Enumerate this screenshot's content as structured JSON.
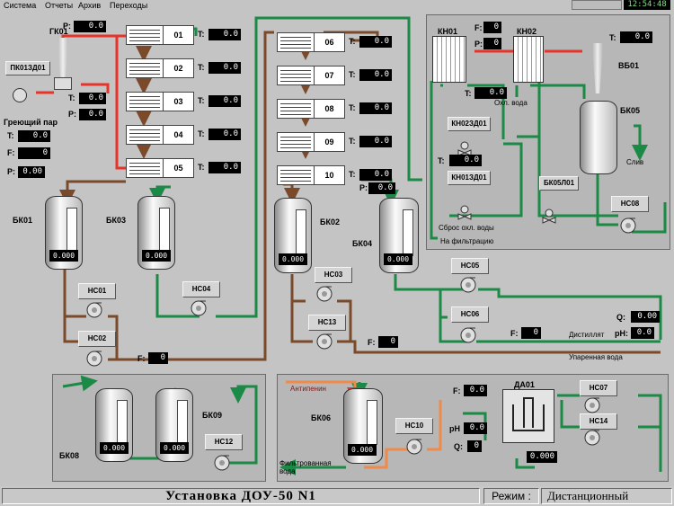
{
  "menu": [
    "Система",
    "Отчеты",
    "Архив",
    "Переходы"
  ],
  "clock": "12:54:48",
  "heating": {
    "title": "ГК01",
    "button": "ПК01ЗД01",
    "label": "Греющий пар",
    "t_label": "T:",
    "t_value": "0.0",
    "f_label": "F:",
    "f_value": "0",
    "p_label": "P:",
    "p_value": "0.00",
    "gk_p_label": "P:",
    "gk_p_value": "0.0",
    "gk_t_label": "T:",
    "gk_t_value": "0.0",
    "gk_p2_label": "P:",
    "gk_p2_value": "0.0"
  },
  "exchangers_left": [
    {
      "num": "01",
      "t_label": "T:",
      "t_value": "0.0"
    },
    {
      "num": "02",
      "t_label": "T:",
      "t_value": "0.0"
    },
    {
      "num": "03",
      "t_label": "T:",
      "t_value": "0.0"
    },
    {
      "num": "04",
      "t_label": "T:",
      "t_value": "0.0"
    },
    {
      "num": "05",
      "t_label": "T:",
      "t_value": "0.0"
    }
  ],
  "exchangers_right": [
    {
      "num": "06",
      "t_label": "T:",
      "t_value": "0.0"
    },
    {
      "num": "07",
      "t_label": "T:",
      "t_value": "0.0"
    },
    {
      "num": "08",
      "t_label": "T:",
      "t_value": "0.0"
    },
    {
      "num": "09",
      "t_label": "T:",
      "t_value": "0.0"
    },
    {
      "num": "10",
      "t_label": "T:",
      "t_value": "0.0"
    }
  ],
  "ex10_p_label": "P:",
  "ex10_p_value": "0.0",
  "tanks": {
    "bk01": {
      "label": "БК01",
      "value": "0.000"
    },
    "bk03": {
      "label": "БК03",
      "value": "0.000"
    },
    "bk02": {
      "label": "БК02",
      "value": "0.000"
    },
    "bk04": {
      "label": "БК04",
      "value": "0.000"
    },
    "bk05": {
      "label": "БК05"
    },
    "bk08": {
      "label": "БК08",
      "value": "0.000"
    },
    "bk09": {
      "label": "БК09",
      "value": "0.000"
    },
    "bk06": {
      "label": "БК06",
      "value": "0.000"
    }
  },
  "pumps": {
    "ns01": "НС01",
    "ns02": "НС02",
    "ns04": "НС04",
    "ns03": "НС03",
    "ns13": "НС13",
    "ns05": "НС05",
    "ns06": "НС06",
    "ns08": "НС08",
    "ns12": "НС12",
    "ns10": "НС10",
    "ns07": "НС07",
    "ns14": "НС14"
  },
  "flow_left_label": "F:",
  "flow_left_value": "0",
  "flow_mid_label": "F:",
  "flow_mid_value": "0",
  "flow_right_label": "F:",
  "flow_right_value": "0",
  "distillate": {
    "label": "Дистиллят",
    "q_label": "Q:",
    "q_value": "0.00",
    "ph_label": "pH:",
    "ph_value": "0.0"
  },
  "evaporated_label": "Упаренная вода",
  "condenser": {
    "kn01": "КН01",
    "kn02": "КН02",
    "vb01": "ВБ01",
    "f_label": "F:",
    "f_value": "0",
    "p_label": "P:",
    "p_value": "0",
    "t_label": "T:",
    "t_value": "0.0",
    "t_top_label": "T:",
    "t_top_value": "0.0",
    "t_low_label": "T:",
    "t_low_value": "0.0",
    "cooling_label": "Охл. вода",
    "btn_kn02": "КН02ЗД01",
    "btn_kn01": "КН01ЗД01",
    "btn_bk05": "БК05Л01",
    "drain_label": "Слив",
    "reset_label": "Сброс охл. воды",
    "filter_label": "На фильтрацию"
  },
  "lower_right": {
    "antifoam_label": "Антипенин",
    "filtered_label": "Фильтрованная вода",
    "da01_label": "ДА01",
    "da01_value": "0.000",
    "f_label": "F:",
    "f_value": "0.0",
    "ph_label": "pH",
    "ph_value": "0.0",
    "q_label": "Q:",
    "q_value": "0"
  },
  "status": {
    "title": "Установка ДОУ-50 N1",
    "mode_label": "Режим :",
    "mode_value": "Дистанционный"
  },
  "colors": {
    "steam": "#e8332a",
    "water": "#1a8a46",
    "brown": "#7a4a2a",
    "orange": "#f08a4a"
  }
}
